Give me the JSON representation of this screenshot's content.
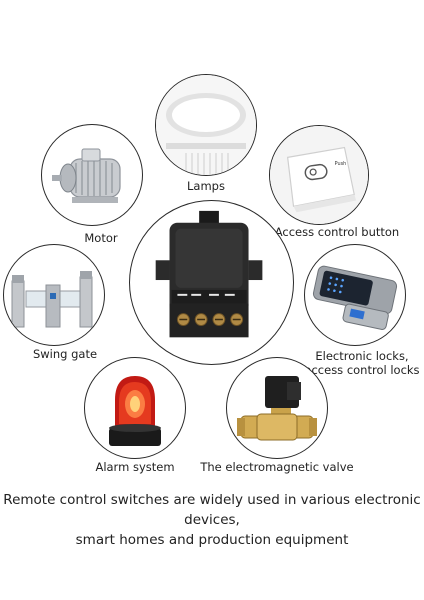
{
  "devices": {
    "lamps": "Lamps",
    "motor": "Motor",
    "access_button": "Access control button",
    "swing_gate": "Swing gate",
    "locks_line1": "Electronic locks,",
    "locks_line2": "access control locks",
    "alarm": "Alarm system",
    "valve": "The electromagnetic valve"
  },
  "caption": {
    "line1": "Remote control switches are widely used in various electronic devices,",
    "line2": "smart homes and production equipment"
  },
  "button_plate_text": "Push"
}
